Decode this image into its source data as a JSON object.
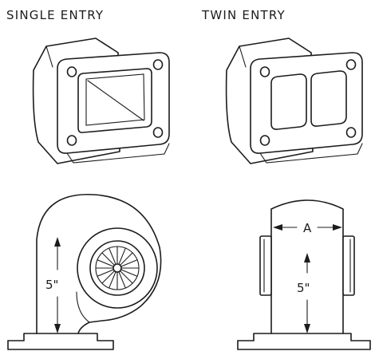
{
  "labels": {
    "single_entry": "SINGLE ENTRY",
    "twin_entry": "TWIN ENTRY"
  },
  "dimensions": {
    "single_height": "5\"",
    "twin_height": "5\"",
    "twin_width": "A"
  },
  "colors": {
    "line": "#1c1c1c",
    "background": "#ffffff"
  }
}
